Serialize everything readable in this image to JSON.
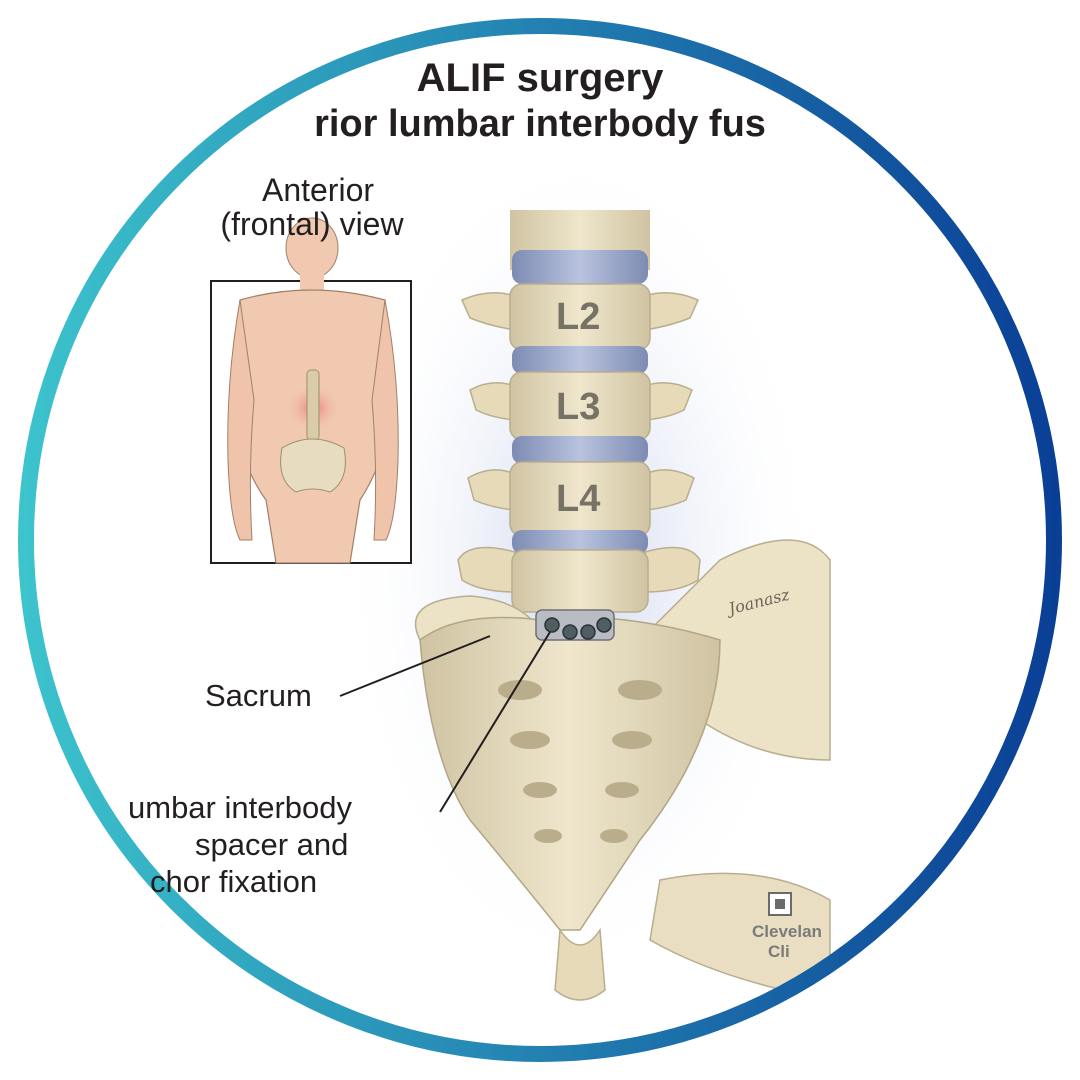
{
  "title": {
    "line1": "ALIF surgery",
    "line2": "rior lumbar interbody fus"
  },
  "view_label": {
    "line1": "Anterior",
    "line2": "(frontal) view"
  },
  "vertebrae": [
    {
      "label": "L2"
    },
    {
      "label": "L3"
    },
    {
      "label": "L4"
    }
  ],
  "labels": {
    "sacrum": "Sacrum",
    "spacer_line1": "umbar interbody",
    "spacer_line2": "spacer and",
    "spacer_line3": "chor fixation"
  },
  "signature": "Joanasz",
  "brand": {
    "line1": "Clevelan",
    "line2": "Cli"
  },
  "colors": {
    "ring_start": "#3cc3cc",
    "ring_end": "#0a3f96",
    "bone": "#e8dcbe",
    "disc": "#9aa6c8",
    "skin": "#f1c9b0"
  },
  "icons": {
    "brand_logo": "cleveland-clinic-logo-icon"
  }
}
